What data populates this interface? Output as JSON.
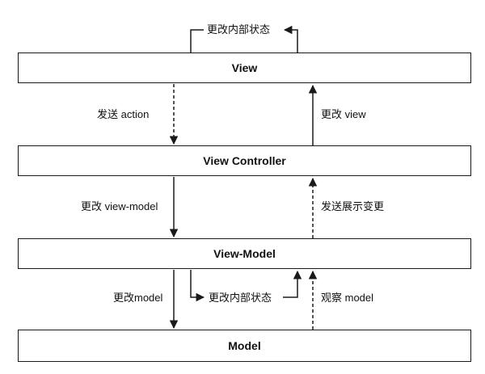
{
  "layers": {
    "view": "View",
    "view_controller": "View Controller",
    "view_model": "View-Model",
    "model": "Model"
  },
  "edges": {
    "view_self_update": "更改内部状态",
    "send_action": "发送 action",
    "change_view": "更改 view",
    "change_view_model": "更改 view-model",
    "send_display_change": "发送展示变更",
    "change_model": "更改model",
    "vm_self_update": "更改内部状态",
    "observe_model": "观察 model"
  },
  "colors": {
    "stroke": "#1a1a1a"
  }
}
